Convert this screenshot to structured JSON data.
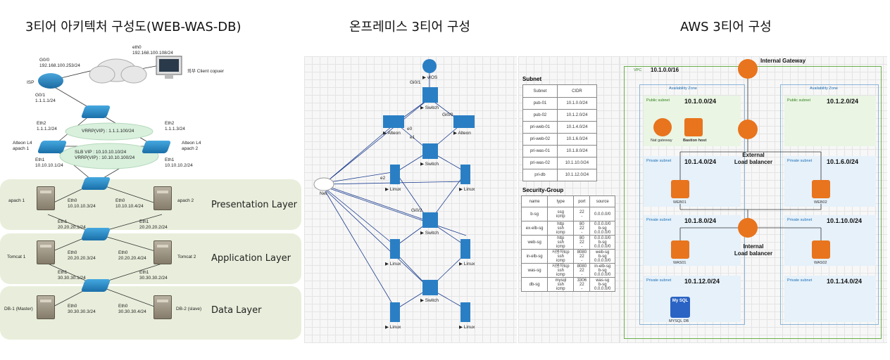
{
  "titles": {
    "left": "3티어 아키텍처 구성도(WEB-WAS-DB)",
    "middle": "온프레미스 3티어 구성",
    "right": "AWS 3티어 구성"
  },
  "left": {
    "isp": "ISP",
    "g00": "G0/0\n192.168.100.253/24",
    "g01": "G0/1\n1.1.1.1/24",
    "eth0_client": "eth0\n192.168.100.108/24",
    "client": "외부 Client copuer",
    "eth2_left": "Eth2\n1.1.1.2/24",
    "eth2_right": "Eth2\n1.1.1.3/24",
    "vrrp_top": "VRRP(VIP) : 1.1.1.100/24",
    "slb": "SLB VIP : 10.10.10.10/24\nVRRP(VIP) : 10.10.10.100/24",
    "alteon1": "Alteon L4\napach 1",
    "alteon2": "Alteon L4\napach 2",
    "eth1_l": "Eth1\n10.10.10.1/24",
    "eth1_r": "Eth1\n10.10.10.2/24",
    "apach1": "apach 1",
    "apach2": "apach 2",
    "p_eth0_l": "Eth0\n10.10.10.3/24",
    "p_eth0_r": "Eth0\n10.10.10.4/24",
    "p_eth1_l": "Eth1\n20.20.20.1/24",
    "p_eth1_r": "Eth1\n20.20.20.2/24",
    "tomcat1": "Tomcat 1",
    "tomcat2": "Tomcat 2",
    "a_eth0_l": "Eth0\n20.20.20.3/24",
    "a_eth0_r": "Eth0\n20.20.20.4/24",
    "a_eth1_l": "Eth1\n30.30.30.1/24",
    "a_eth1_r": "Eth1\n30.30.30.2/24",
    "db1": "DB-1 (Master)",
    "db2": "DB-2 (slave)",
    "d_eth0_l": "Eth0\n30.30.30.3/24",
    "d_eth0_r": "Eth0\n30.30.30.4/24",
    "layers": [
      "Presentation Layer",
      "Application Layer",
      "Data Layer"
    ]
  },
  "middle": {
    "net": "Net",
    "vios": "▶ vIOS",
    "switch": "▶ Switch",
    "alteon": "▶ Alteon",
    "linux": "▶ Linux",
    "ports": [
      "Gi0/1",
      "Gi0/0",
      "Gi0/2",
      "e0",
      "e1",
      "e2"
    ]
  },
  "right": {
    "subnet_title": "Subnet",
    "subnet_headers": [
      "Subnet",
      "CIDR"
    ],
    "subnet_rows": [
      [
        "pub-01",
        "10.1.0.0/24"
      ],
      [
        "pub-02",
        "10.1.2.0/24"
      ],
      [
        "pri-web-01",
        "10.1.4.0/24"
      ],
      [
        "pri-web-02",
        "10.1.6.0/24"
      ],
      [
        "pri-was-01",
        "10.1.8.0/24"
      ],
      [
        "pri-was-02",
        "10.1.10.0/24"
      ],
      [
        "pri-db",
        "10.1.12.0/24"
      ]
    ],
    "sg_title": "Security-Group",
    "sg_headers": [
      "name",
      "type",
      "port",
      "source"
    ],
    "sg_rows": [
      [
        "b-sg",
        "ssg\nicmp",
        "22\n-",
        "0.0.0.0/0"
      ],
      [
        "ex-elb-sg",
        "http\nssh\nicmp",
        "80\n22\n-",
        "0.0.0.0/0\nb-sg\n0.0.0.0/0"
      ],
      [
        "web-sg",
        "http\nssh\nicmp",
        "80\n22\n-",
        "0.0.0.0/0\nb-sg\n0.0.0.0/0"
      ],
      [
        "in-elb-sg",
        "사용자tcp\nssh\nicmp",
        "8080\n22\n-",
        "web-sg\nb-sg\n0.0.0.0/0"
      ],
      [
        "was-sg",
        "사용자tcp\nssh\nicmp",
        "8080\n22\n-",
        "in-elb-sg\nb-sg\n0.0.0.0/0"
      ],
      [
        "db-sg",
        "mysql\nssh\nicmp",
        "3306\n22\n-",
        "was-sg\nb-sg\n0.0.0.0/0"
      ]
    ],
    "vpc": "VPC",
    "vpc_cidr": "10.1.0.0/16",
    "igw": "Internal Gateway",
    "az": "Availability Zone",
    "public_subnet": "Public subnet",
    "private_subnet": "Private subnet",
    "cidrs": [
      "10.1.0.0/24",
      "10.1.2.0/24",
      "10.1.4.0/24",
      "10.1.6.0/24",
      "10.1.8.0/24",
      "10.1.10.0/24",
      "10.1.12.0/24",
      "10.1.14.0/24"
    ],
    "nat": "Nat gateway",
    "bastion": "Bastion host",
    "external_lb": "External\nLoad balancer",
    "internal_lb": "Internal\nLoad balancer",
    "web01": "WEB01",
    "web02": "WEB02",
    "was01": "WAS01",
    "was02": "WAS02",
    "mysql": "My SQL",
    "mysql_db": "MYSQL DB"
  }
}
